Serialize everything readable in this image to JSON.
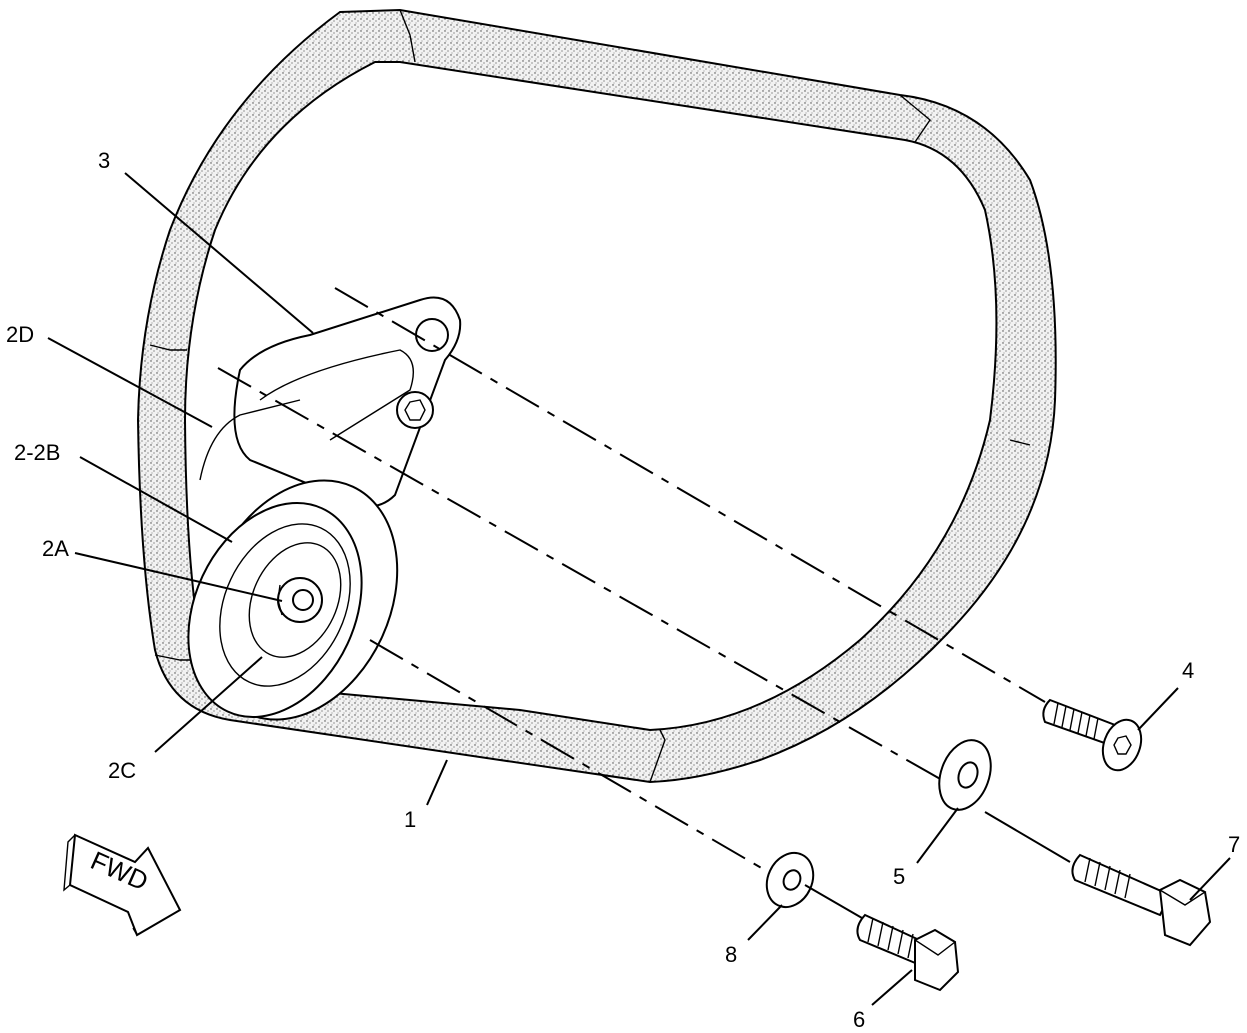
{
  "labels": {
    "belt": "1",
    "tensioner_assembly": "2-2B",
    "tensioner_2a": "2A",
    "tensioner_2c": "2C",
    "tensioner_2d": "2D",
    "bracket": "3",
    "countersunk_bolt": "4",
    "washer_large": "5",
    "hex_bolt_lower": "6",
    "hex_bolt_upper": "7",
    "washer_small": "8"
  },
  "direction_arrow": {
    "text": "FWD"
  }
}
